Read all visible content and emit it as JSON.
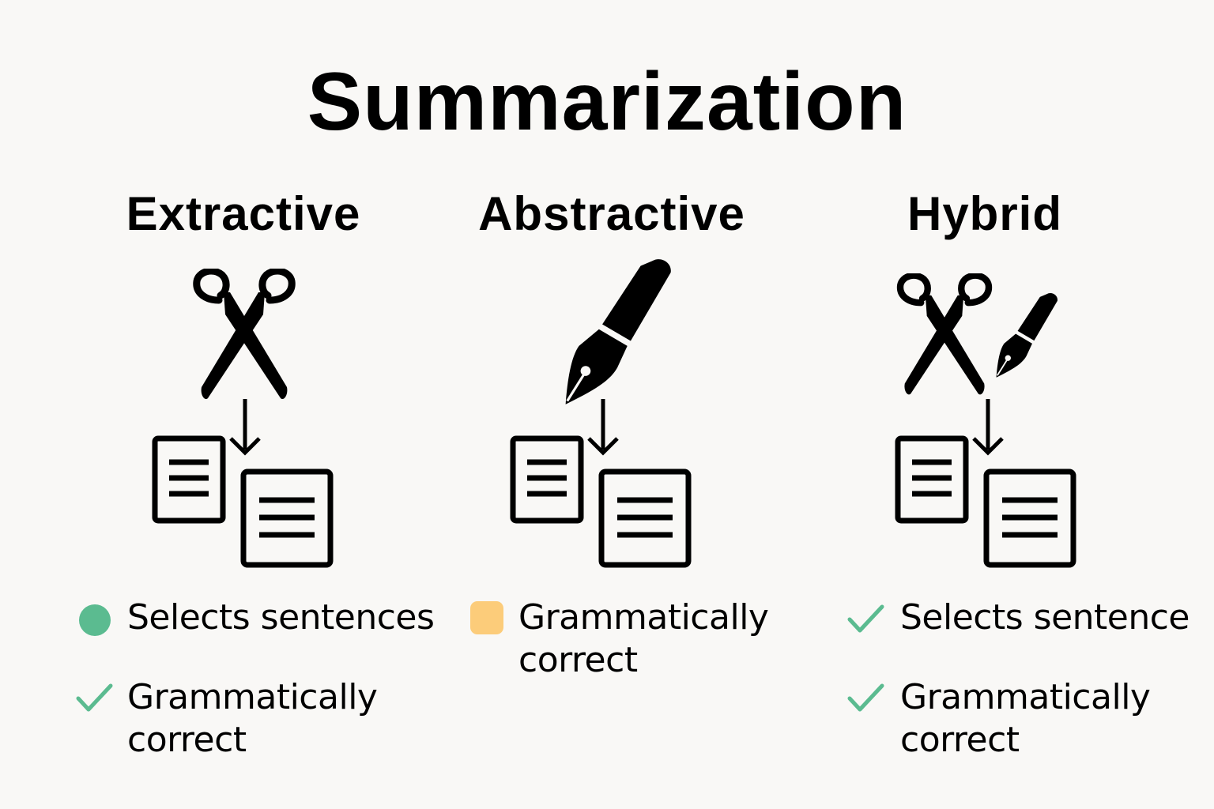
{
  "title": "Summarization",
  "colors": {
    "background": "#f9f8f6",
    "text": "#000000",
    "green": "#5bbb90",
    "amber": "#fccc7a"
  },
  "columns": [
    {
      "name": "Extractive",
      "icons": [
        "scissors-icon",
        "arrow-down-icon",
        "document-icon",
        "document-icon"
      ],
      "features": [
        {
          "marker": "green-circle",
          "text": "Selects sentences"
        },
        {
          "marker": "green-check",
          "line1": "Grammatically",
          "line2": "correct"
        }
      ]
    },
    {
      "name": "Abstractive",
      "icons": [
        "fountain-pen-icon",
        "arrow-down-icon",
        "document-icon",
        "document-icon"
      ],
      "features": [
        {
          "marker": "amber-square",
          "line1": "Grammatically",
          "line2": "correct"
        }
      ]
    },
    {
      "name": "Hybrid",
      "icons": [
        "scissors-icon",
        "fountain-pen-icon",
        "arrow-down-icon",
        "document-icon",
        "document-icon"
      ],
      "features": [
        {
          "marker": "green-check",
          "text": "Selects sentence"
        },
        {
          "marker": "green-check",
          "line1": "Grammatically",
          "line2": "correct"
        }
      ]
    }
  ]
}
